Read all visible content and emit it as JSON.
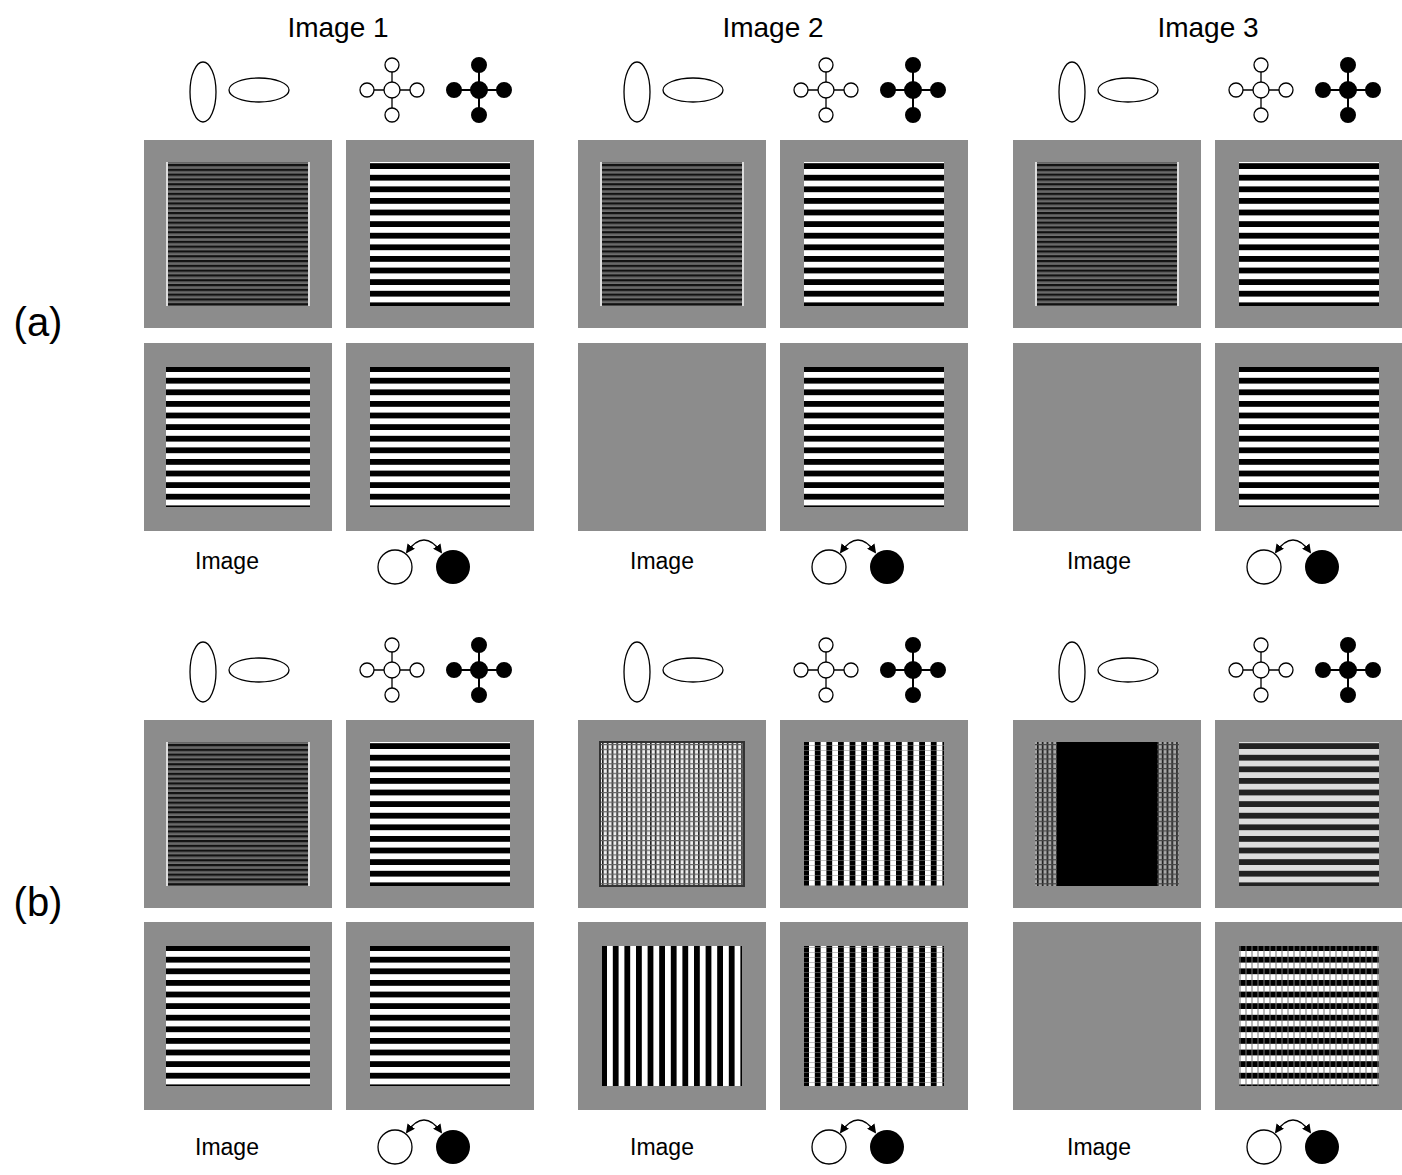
{
  "diagram": {
    "labels": [
      "Image 1",
      "Image 2",
      "Image 3",
      "(a)",
      "Image",
      "Image",
      "Image",
      "(b)",
      "Image",
      "Image",
      "Image"
    ]
  }
}
